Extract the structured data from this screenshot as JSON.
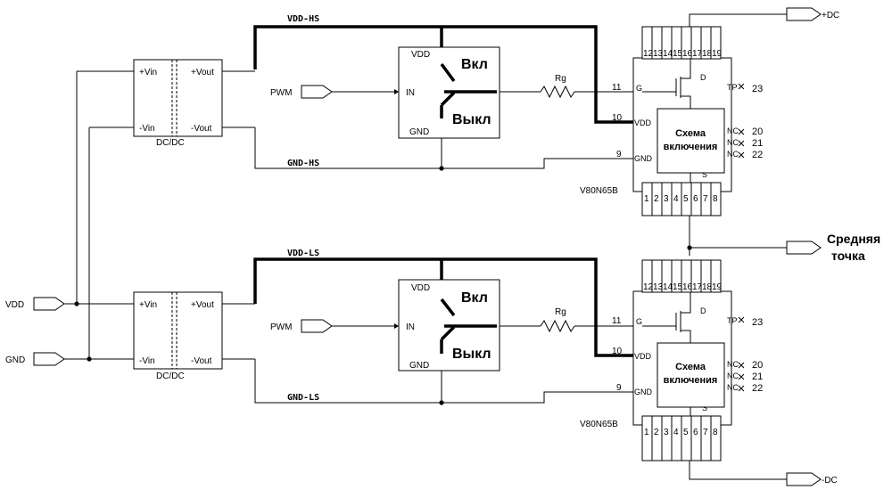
{
  "ports": {
    "vdd": "VDD",
    "gnd": "GND",
    "plus_dc": "+DC",
    "minus_dc": "-DC",
    "midpoint_line1": "Средняя",
    "midpoint_line2": "точка"
  },
  "nets": {
    "vdd_hs": "VDD-HS",
    "gnd_hs": "GND-HS",
    "vdd_ls": "VDD-LS",
    "gnd_ls": "GND-LS"
  },
  "dcdc": {
    "vin_plus": "+Vin",
    "vin_minus": "-Vin",
    "vout_plus": "+Vout",
    "vout_minus": "-Vout",
    "label": "DC/DC"
  },
  "driver": {
    "vdd": "VDD",
    "in": "IN",
    "gnd": "GND",
    "on": "Вкл",
    "off": "Выкл",
    "pwm": "PWM"
  },
  "resistor": "Rg",
  "module": {
    "name": "V80N65B",
    "circuit_line1": "Схема",
    "circuit_line2": "включения",
    "pin_gate": "11",
    "pin_vdd": "10",
    "pin_gnd": "9",
    "label_gate": "G",
    "label_vdd": "VDD",
    "label_gnd": "GND",
    "label_drain": "D",
    "label_source": "S",
    "label_tp": "TP",
    "label_nc": "NC",
    "pin_23": "23",
    "pin_20": "20",
    "pin_21": "21",
    "pin_22": "22",
    "top_pins": [
      "12",
      "13",
      "14",
      "15",
      "16",
      "17",
      "18",
      "19"
    ],
    "bottom_pins": [
      "1",
      "2",
      "3",
      "4",
      "5",
      "6",
      "7",
      "8"
    ]
  }
}
